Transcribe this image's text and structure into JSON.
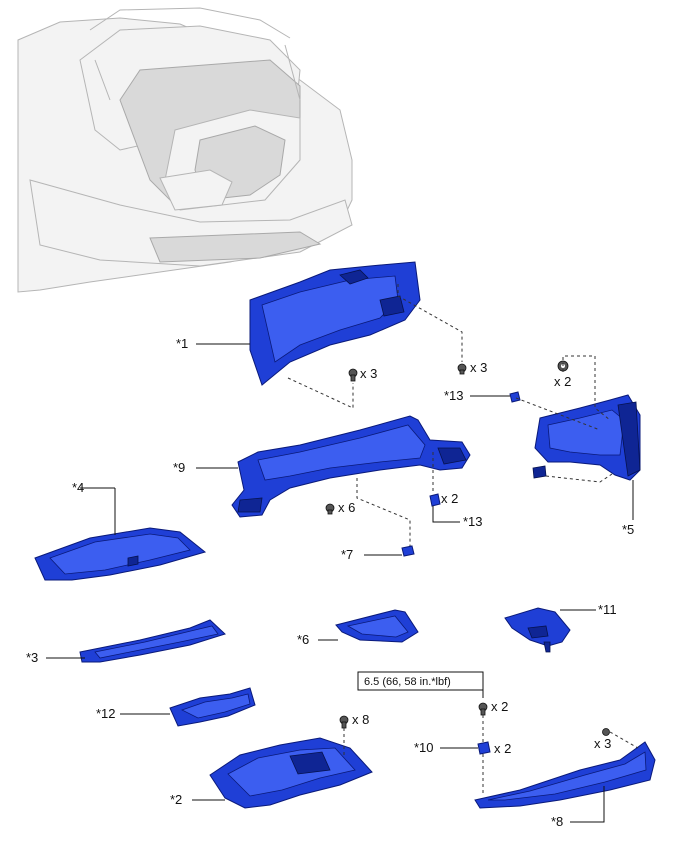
{
  "callouts": {
    "c1": "*1",
    "c2": "*2",
    "c3": "*3",
    "c4": "*4",
    "c5": "*5",
    "c6": "*6",
    "c7": "*7",
    "c8": "*8",
    "c9": "*9",
    "c10": "*10",
    "c11": "*11",
    "c12": "*12",
    "c13a": "*13",
    "c13b": "*13"
  },
  "quantities": {
    "q1": "x 3",
    "q2": "x 3",
    "q3": "x 2",
    "q4": "x 6",
    "q5": "x 2",
    "q6": "x 8",
    "q7": "x 2",
    "q8": "x 2",
    "q9": "x 3"
  },
  "torque": "6.5 (66, 58 in.*lbf)",
  "colors": {
    "part": "#1f3fd6",
    "part_dark": "#0f2594",
    "car_body": "#f3f3f3"
  }
}
